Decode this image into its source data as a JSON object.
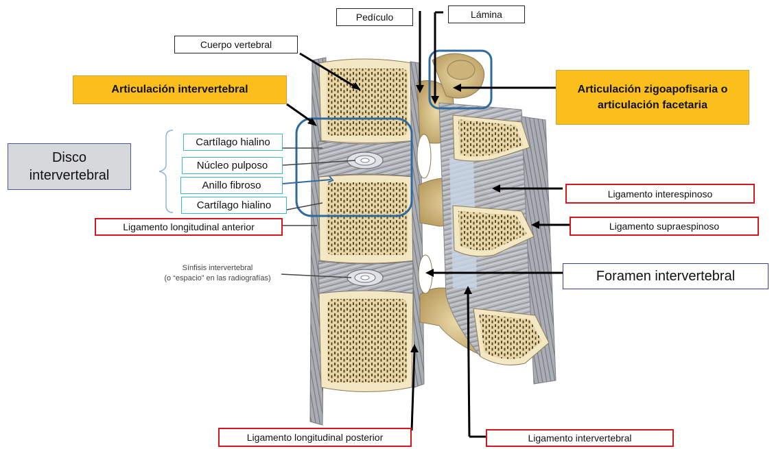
{
  "labels": {
    "pediculo": "Pedículo",
    "lamina": "Lámina",
    "cuerpo_vertebral": "Cuerpo vertebral",
    "articulacion_intervertebral": "Articulación intervertebral",
    "articulacion_zigoapofisaria": [
      "Articulación zigoapofisaria o",
      "articulación facetaria"
    ],
    "disco_intervertebral": [
      "Disco",
      "intervertebral"
    ],
    "cartilago_hialino_superior": "Cartílago hialino",
    "nucleo_pulposo": "Núcleo pulposo",
    "anillo_fibroso": "Anillo fibroso",
    "cartilago_hialino_inferior": "Cartílago hialino",
    "ligamento_longitudinal_anterior": "Ligamento longitudinal anterior",
    "ligamento_interespinoso": "Ligamento interespinoso",
    "ligamento_supraespinoso": "Ligamento supraespinoso",
    "sinfisis_intervertebral": [
      "Sínfisis intervertebral",
      "(o “espacio” en las radiografías)"
    ],
    "foramen_intervertebral": "Foramen intervertebral",
    "ligamento_longitudinal_posterior": "Ligamento longitudinal posterior",
    "ligamento_intervertebral": "Ligamento intervertebral"
  },
  "colors": {
    "callout_gold": "#fbbf1c",
    "disco_gray": "#d6d8dc",
    "red_border": "#d9141b",
    "teal_border": "#3bb7c8",
    "highlight_blue": "#2f6a9e",
    "bone_tan": "#d8c28a",
    "ligament_gray": "#a7aab0"
  }
}
